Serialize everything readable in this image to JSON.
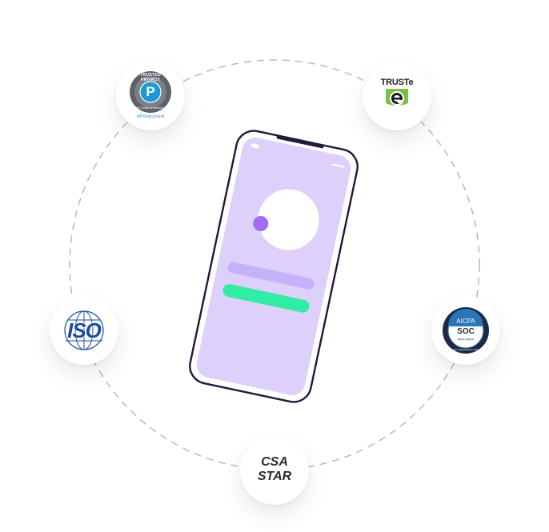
{
  "badges": {
    "eprivacy": {
      "ring_text": "TRUSTED PRIVACY",
      "inner_text": "P",
      "sub_text": "EU data protection",
      "brand_a": "ePrivacy",
      "brand_b": "seal"
    },
    "truste": {
      "title": "TRUSTe",
      "letter": "e"
    },
    "iso": {
      "text": "ISO"
    },
    "aicpa": {
      "top": "AICPA",
      "middle": "SOC",
      "small": "aicpa.org/soc",
      "ring": "SOC for Service Organizations | Service Auditors"
    },
    "csa": {
      "line1": "CSA",
      "line2": "STAR"
    }
  },
  "colors": {
    "phone_screen": "#ddd0fb",
    "phone_outline": "#1e1a38",
    "accent_dot": "#a26bf2",
    "bar_purple": "#c6b2fa",
    "bar_green": "#31eca5",
    "iso_blue": "#1a4b9c",
    "truste_green": "#7ac143",
    "eprivacy_blue": "#1b9ad6",
    "aicpa_blue": "#2a74b8",
    "dashed_ring": "#b8b8c4"
  }
}
